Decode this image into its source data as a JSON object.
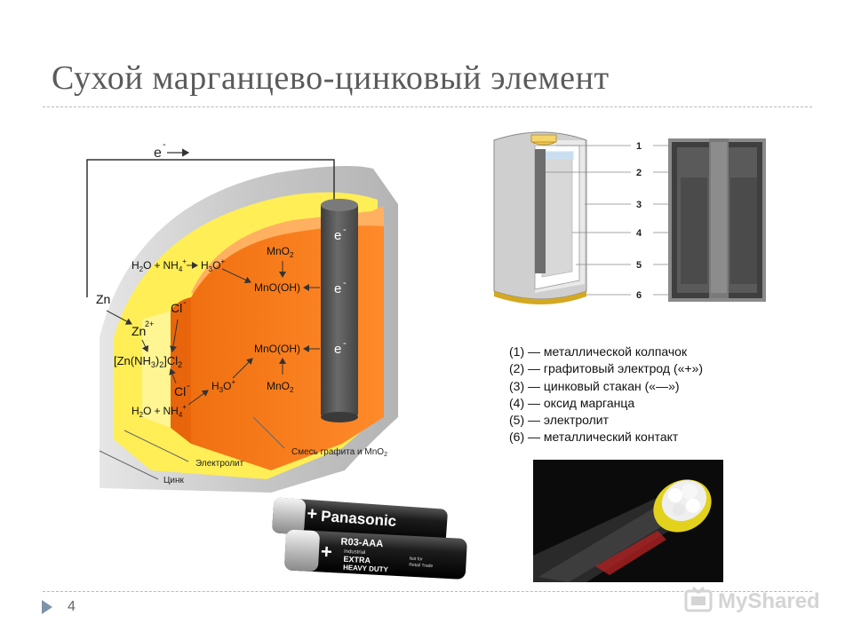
{
  "title": "Сухой марганцево-цинковый элемент",
  "page_number": "4",
  "watermark": "MyShared",
  "diagram": {
    "electron_flow": "e",
    "electrode_labels": [
      "e",
      "e",
      "e"
    ],
    "zinc_label": "Zn",
    "zinc_ion": "Zn",
    "zinc_ion_charge": "2+",
    "complex": "[Zn(NH",
    "complex_sub3": "3",
    "complex_mid": ")",
    "complex_sub2": "2",
    "complex_end": "]Cl",
    "complex_end_sub": "2",
    "chloride": "Cl",
    "h2o_prefix": "H",
    "h2o_sub": "2",
    "h2o_suffix": "O",
    "plus": "+",
    "nh4": "NH",
    "nh4_sub": "4",
    "h3o_prefix": "H",
    "h3o_sub": "3",
    "h3o_suffix": "O",
    "mno2": "MnO",
    "mno2_sub": "2",
    "mnooh": "MnO(OH)",
    "label_mix": "Смесь графита и MnO",
    "label_mix_sub": "2",
    "label_electrolyte": "Электролит",
    "label_zinc": "Цинк"
  },
  "cell_numbers": [
    "1",
    "2",
    "3",
    "4",
    "5",
    "6"
  ],
  "legend": [
    "(1) — металлической колпачок",
    "(2) — графитовый электрод («+»)",
    "(3) — цинковый стакан («—»)",
    "(4) — оксид марганца",
    "(5) — электролит",
    "(6) — металлический контакт"
  ],
  "battery_photo": {
    "brand": "Panasonic",
    "model": "R03-AAA",
    "line1": "Industrial",
    "line2": "EXTRA",
    "line3": "HEAVY DUTY",
    "note1": "Not for",
    "note2": "Retail Trade"
  },
  "colors": {
    "title": "#5a5a5a",
    "zinc_gray": "#c8c8c8",
    "electrolyte_yellow": "#ffee55",
    "mix_orange": "#ff7a1a",
    "graphite": "#555555"
  }
}
